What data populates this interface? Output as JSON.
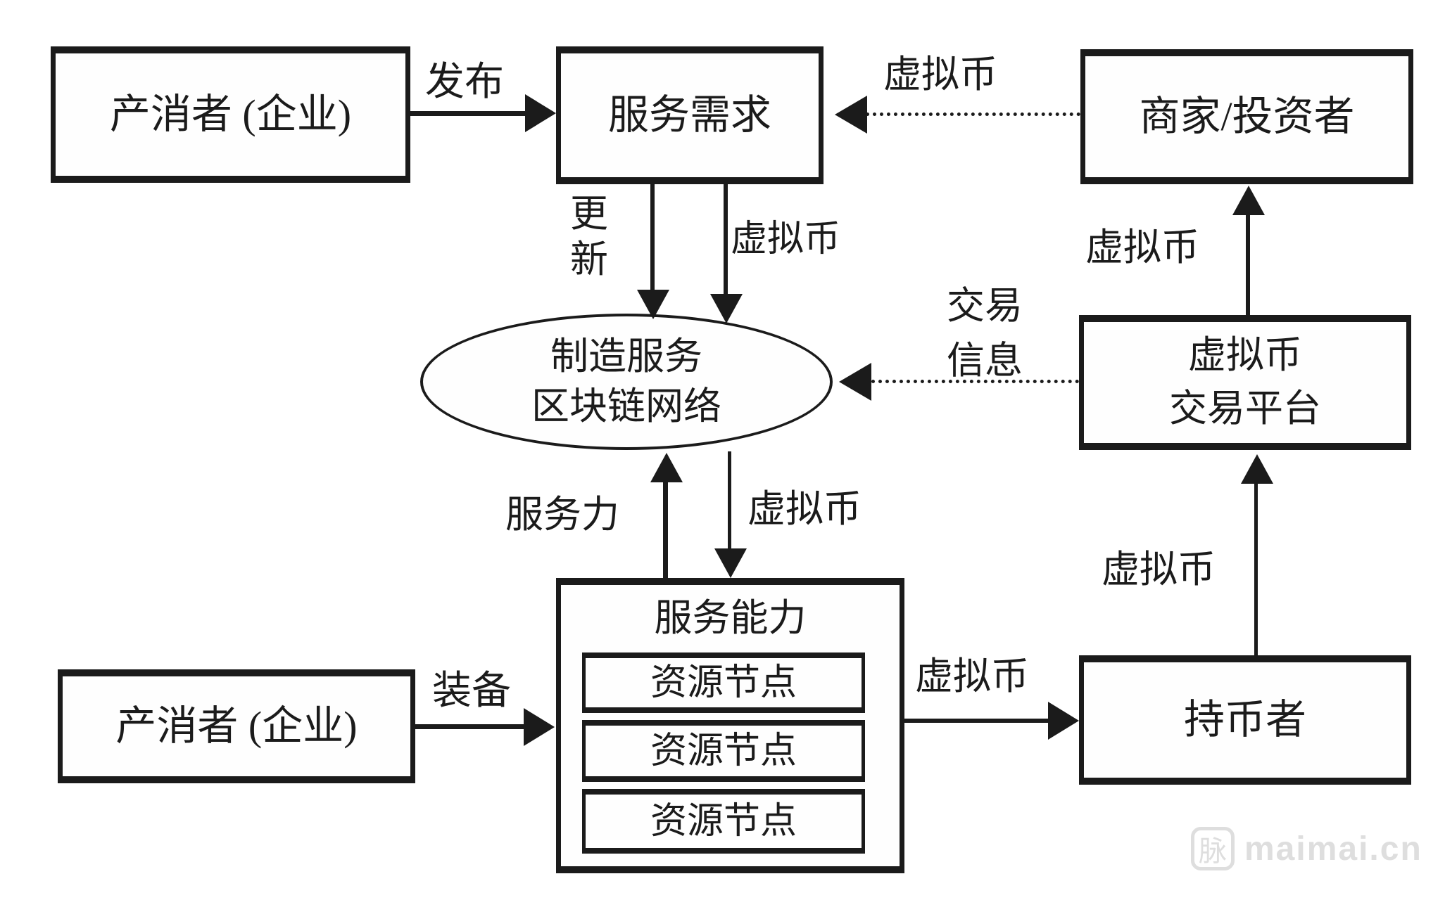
{
  "nodes": {
    "prosumer_top": "产消者 (企业)",
    "service_demand": "服务需求",
    "merchant": "商家/投资者",
    "network_line1": "制造服务",
    "network_line2": "区块链网络",
    "platform_line1": "虚拟币",
    "platform_line2": "交易平台",
    "capability_title": "服务能力",
    "resource_nodes": [
      "资源节点",
      "资源节点",
      "资源节点"
    ],
    "holder": "持币者",
    "prosumer_bottom": "产消者 (企业)"
  },
  "edge_labels": {
    "publish": "发布",
    "vc_merchant_to_demand": "虚拟币",
    "update": "更新",
    "vc_demand_to_network": "虚拟币",
    "trade_info": "交易信息",
    "vc_platform_to_merchant": "虚拟币",
    "service_power": "服务力",
    "vc_network_to_capability": "虚拟币",
    "vc_capability_to_holder": "虚拟币",
    "vc_holder_to_platform": "虚拟币",
    "equipment": "装备"
  },
  "watermark": {
    "logo": "脉",
    "text": "maimai.cn"
  },
  "colors": {
    "ink": "#1b1b1b",
    "background": "#ffffff",
    "watermark": "#dedede"
  }
}
